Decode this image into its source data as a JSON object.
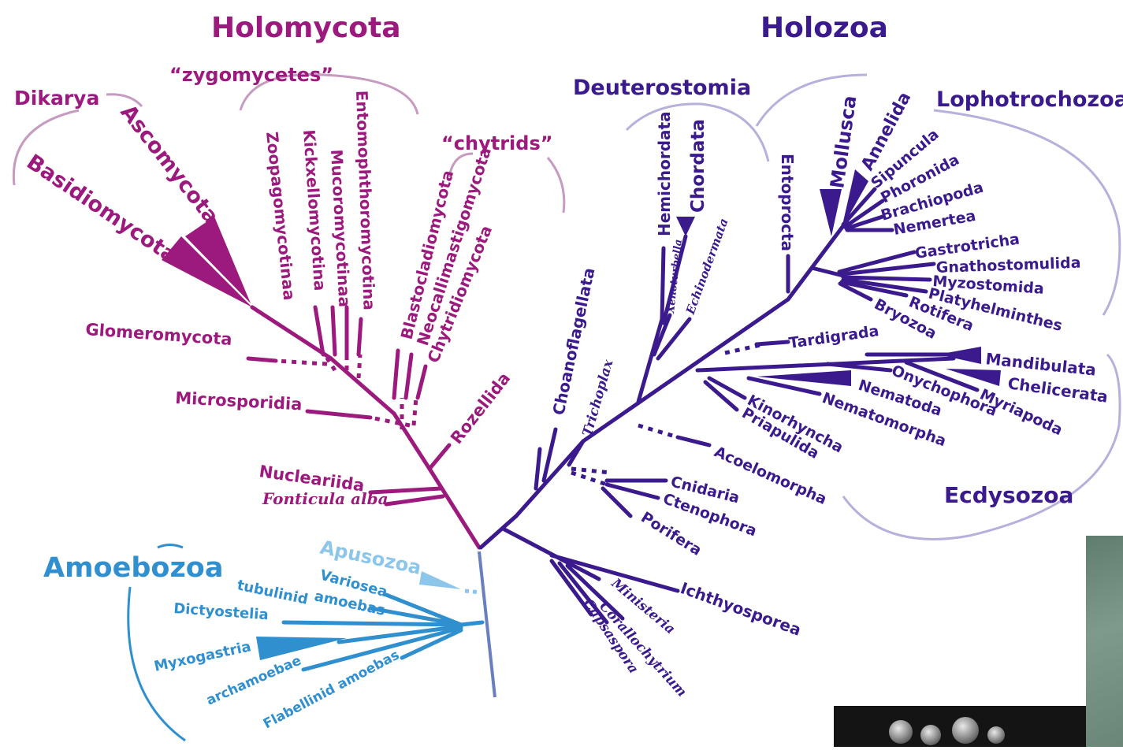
{
  "colors": {
    "holomycota": "#9c1a7d",
    "holozoa": "#3a1a8c",
    "amoebozoa": "#2f8fcf",
    "apusozoa": "#8cc6ea",
    "root": "#6a7fc0",
    "bracket_holomycota": "#c79bc0",
    "bracket_holozoa": "#b6b0dc"
  },
  "groups": {
    "holomycota": "Holomycota",
    "holozoa": "Holozoa",
    "dikarya": "Dikarya",
    "zygomycetes": "“zygomycetes”",
    "chytrids": "“chytrids”",
    "deuterostomia": "Deuterostomia",
    "lophotrochozoa": "Lophotrochozoa",
    "ecdysozoa": "Ecdysozoa",
    "amoebozoa": "Amoebozoa",
    "apusozoa": "Apusozoa"
  },
  "fungi_taxa": {
    "ascomycota": "Ascomycota",
    "basidiomycota": "Basidiomycota",
    "zoopagomycotinaa": "Zoopagomycotinaa",
    "kickxellomycotina": "Kickxellomycotina",
    "mucoromycotinaa": "Mucoromycotinaa",
    "entomophthoromycotina": "Entomophthoromycotina",
    "blastocladiomycota": "Blastocladiomycota",
    "neocallimastigomycota": "Neocallimastigomycota",
    "chytridiomycota": "Chytridiomycota",
    "glomeromycota": "Glomeromycota",
    "microsporidia": "Microsporidia",
    "rozellida": "Rozellida",
    "nucleariida": "Nucleariida",
    "fonticula_alba": "Fonticula alba"
  },
  "animal_taxa": {
    "hemichordata": "Hemichordata",
    "chordata": "Chordata",
    "xenoturbella": "Xenoturbella",
    "echinodermata": "Echinodermata",
    "entoprocta": "Entoprocta",
    "mollusca": "Mollusca",
    "annelida": "Annelida",
    "sipuncula": "Sipuncula",
    "phoronida": "Phoronida",
    "brachiopoda": "Brachiopoda",
    "nemertea": "Nemertea",
    "gastrotricha": "Gastrotricha",
    "gnathostomulida": "Gnathostomulida",
    "myzostomida": "Myzostomida",
    "platyhelminthes": "Platyhelminthes",
    "rotifera": "Rotifera",
    "bryozoa": "Bryozoa",
    "tardigrada": "Tardigrada",
    "mandibulata": "Mandibulata",
    "chelicerata": "Chelicerata",
    "myriapoda": "Myriapoda",
    "onychophora": "Onychophora",
    "nematoda": "Nematoda",
    "nematomorpha": "Nematomorpha",
    "kinorhyncha": "Kinorhyncha",
    "priapulida": "Priapulida",
    "acoelomorpha": "Acoelomorpha",
    "cnidaria": "Cnidaria",
    "ctenophora": "Ctenophora",
    "porifera": "Porifera",
    "choanoflagellata": "Choanoflagellata",
    "trichoplax": "Trichoplax",
    "ichthyosporea": "Ichthyosporea",
    "ministeria": "Ministeria",
    "corallochytrium": "Corallochytrium",
    "capsaspora": "Capsaspora"
  },
  "amoeba_taxa": {
    "variosea": "Variosea",
    "tubulinid": "tubulinid",
    "amoebas1": "amoebas",
    "dictyostelia": "Dictyostelia",
    "myxogastria": "Myxogastria",
    "archamoebae": "archamoebae",
    "flabellinid": "Flabellinid amoebas"
  }
}
